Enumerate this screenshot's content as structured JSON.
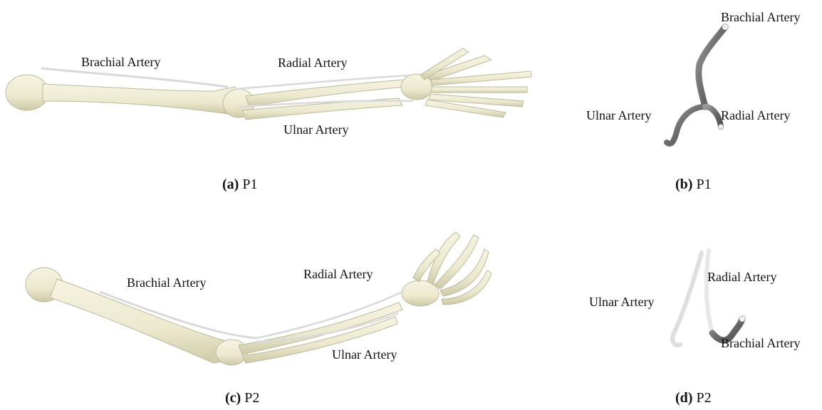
{
  "panels": [
    {
      "id": "a",
      "caption_letter": "(a)",
      "caption_text": "P1",
      "labels": {
        "brachial": "Brachial Artery",
        "radial": "Radial Artery",
        "ulnar": "Ulnar Artery"
      }
    },
    {
      "id": "b",
      "caption_letter": "(b)",
      "caption_text": "P1",
      "labels": {
        "brachial": "Brachial Artery",
        "radial": "Radial Artery",
        "ulnar": "Ulnar Artery"
      }
    },
    {
      "id": "c",
      "caption_letter": "(c)",
      "caption_text": "P2",
      "labels": {
        "brachial": "Brachial Artery",
        "radial": "Radial Artery",
        "ulnar": "Ulnar Artery"
      }
    },
    {
      "id": "d",
      "caption_letter": "(d)",
      "caption_text": "P2",
      "labels": {
        "brachial": "Brachial Artery",
        "radial": "Radial Artery",
        "ulnar": "Ulnar Artery"
      }
    }
  ],
  "colors": {
    "bone": "#ece9cf",
    "bone_shadow": "#c9c5a4",
    "artery_light": "#e6e6e6",
    "artery_dark": "#6e6e6e"
  }
}
